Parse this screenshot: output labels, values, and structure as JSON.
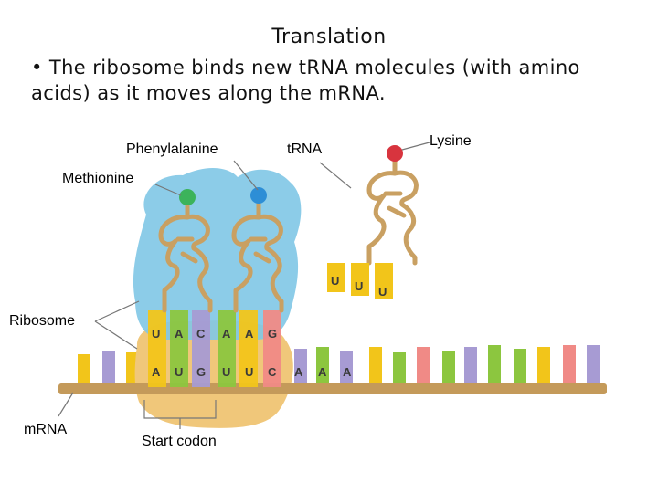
{
  "slide": {
    "title": "Translation",
    "bullet": "• The ribosome binds new t​RNA molecules (with amino acids) as it moves along the m​RNA."
  },
  "labels": {
    "phenylalanine": "Phenylalanine",
    "trna": "tRNA",
    "lysine": "Lysine",
    "methionine": "Methionine",
    "ribosome": "Ribosome",
    "mrna": "mRNA",
    "start_codon": "Start codon"
  },
  "anticodon_1": [
    "U",
    "A",
    "C"
  ],
  "anticodon_2": [
    "A",
    "A",
    "G"
  ],
  "anticodon_free": [
    "U",
    "U",
    "U"
  ],
  "mrna_codons": [
    "A",
    "U",
    "G",
    "U",
    "U",
    "C",
    "A",
    "A",
    "A"
  ],
  "colors": {
    "ribosome_large": "#7fc6e6",
    "ribosome_small": "#f0c77a",
    "trna_body": "#c9a062",
    "methionine": "#3cb35b",
    "phenylalanine": "#2d8ed6",
    "lysine": "#d8343e",
    "base_yellow": "#f2c51a",
    "base_green": "#8cc63f",
    "base_purple": "#a79bd3",
    "base_pink": "#f08a86",
    "mrna_backbone": "#c49a5a"
  }
}
